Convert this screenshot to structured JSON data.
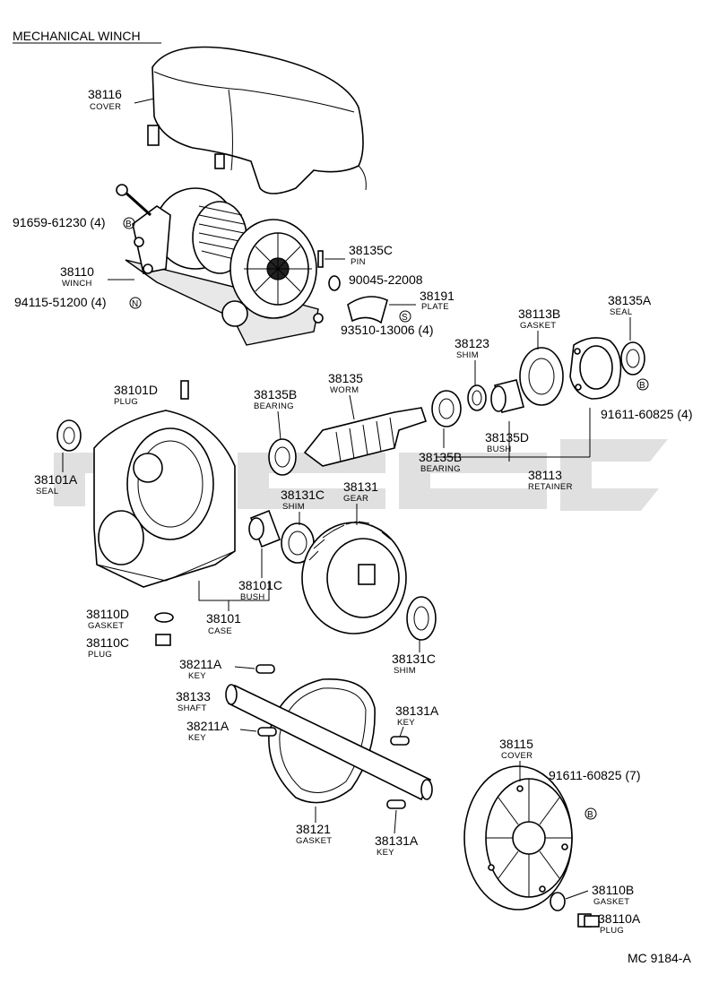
{
  "title": "MECHANICAL WINCH",
  "ref_code": "MC 9184-A",
  "callouts": [
    {
      "id": "c38116",
      "number": "38116",
      "name": "COVER"
    },
    {
      "id": "c91659",
      "number": "91659-61230 (4)",
      "symbol": "B"
    },
    {
      "id": "c38110",
      "number": "38110",
      "name": "WINCH"
    },
    {
      "id": "c94115",
      "number": "94115-51200 (4)",
      "symbol": "N"
    },
    {
      "id": "c38135C",
      "number": "38135C",
      "name": "PIN"
    },
    {
      "id": "c90045",
      "number": "90045-22008"
    },
    {
      "id": "c38191",
      "number": "38191",
      "name": "PLATE"
    },
    {
      "id": "c93510",
      "number": "93510-13006 (4)",
      "symbol": "S"
    },
    {
      "id": "c38135A",
      "number": "38135A",
      "name": "SEAL"
    },
    {
      "id": "c38113B",
      "number": "38113B",
      "name": "GASKET"
    },
    {
      "id": "c38123",
      "number": "38123",
      "name": "SHIM"
    },
    {
      "id": "c38135",
      "number": "38135",
      "name": "WORM"
    },
    {
      "id": "c38135B1",
      "number": "38135B",
      "name": "BEARING"
    },
    {
      "id": "c38101D",
      "number": "38101D",
      "name": "PLUG"
    },
    {
      "id": "c91611a",
      "number": "91611-60825 (4)",
      "symbol": "B"
    },
    {
      "id": "c38135D",
      "number": "38135D",
      "name": "BUSH"
    },
    {
      "id": "c38135B2",
      "number": "38135B",
      "name": "BEARING"
    },
    {
      "id": "c38113",
      "number": "38113",
      "name": "RETAINER"
    },
    {
      "id": "c38101A",
      "number": "38101A",
      "name": "SEAL"
    },
    {
      "id": "c38131C1",
      "number": "38131C",
      "name": "SHIM"
    },
    {
      "id": "c38131",
      "number": "38131",
      "name": "GEAR"
    },
    {
      "id": "c38101C",
      "number": "38101C",
      "name": "BUSH"
    },
    {
      "id": "c38110D",
      "number": "38110D",
      "name": "GASKET"
    },
    {
      "id": "c38101",
      "number": "38101",
      "name": "CASE"
    },
    {
      "id": "c38110C",
      "number": "38110C",
      "name": "PLUG"
    },
    {
      "id": "c38131C2",
      "number": "38131C",
      "name": "SHIM"
    },
    {
      "id": "c38211A1",
      "number": "38211A",
      "name": "KEY"
    },
    {
      "id": "c38133",
      "number": "38133",
      "name": "SHAFT"
    },
    {
      "id": "c38211A2",
      "number": "38211A",
      "name": "KEY"
    },
    {
      "id": "c38131A1",
      "number": "38131A",
      "name": "KEY"
    },
    {
      "id": "c38115",
      "number": "38115",
      "name": "COVER"
    },
    {
      "id": "c91611b",
      "number": "91611-60825 (7)",
      "symbol": "B"
    },
    {
      "id": "c38121",
      "number": "38121",
      "name": "GASKET"
    },
    {
      "id": "c38131A2",
      "number": "38131A",
      "name": "KEY"
    },
    {
      "id": "c38110B",
      "number": "38110B",
      "name": "GASKET"
    },
    {
      "id": "c38110A",
      "number": "38110A",
      "name": "PLUG"
    }
  ]
}
